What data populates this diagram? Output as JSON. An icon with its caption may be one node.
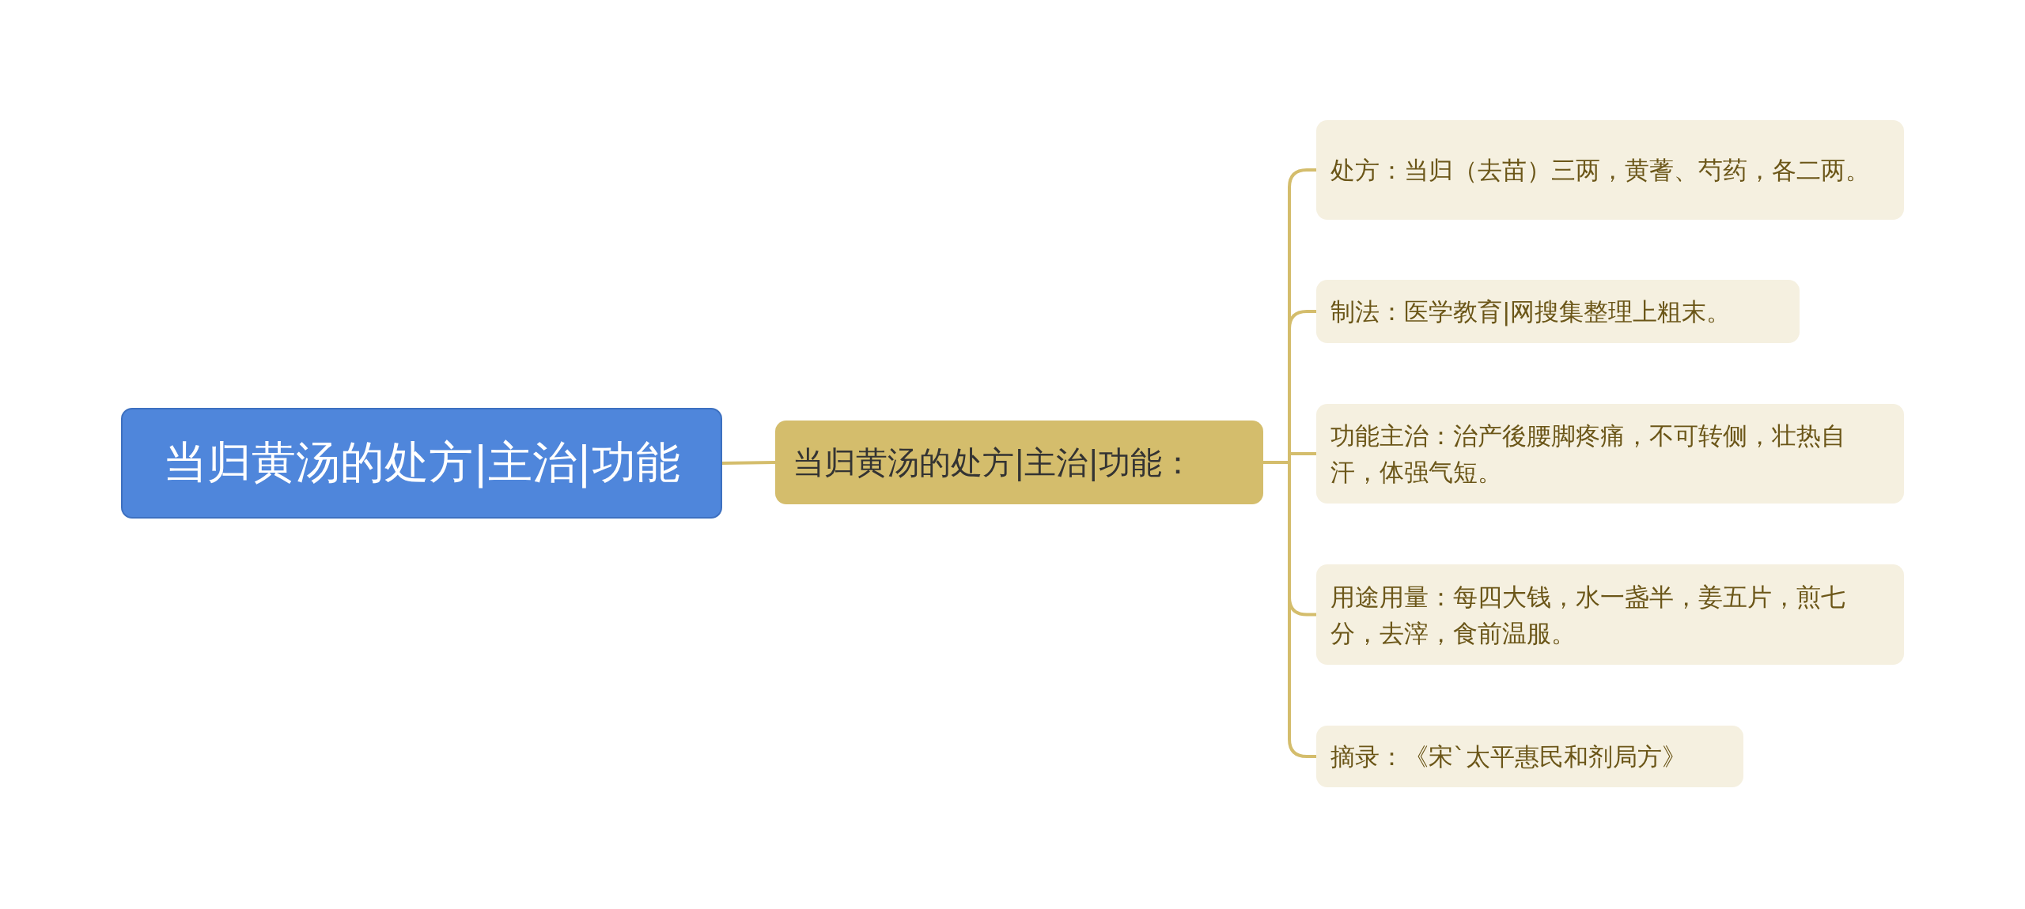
{
  "diagram": {
    "nodes": [
      {
        "text": [
          "当归黄汤的处方|主治|功能"
        ]
      },
      {
        "text": [
          "当归黄汤的处方|主治|功能："
        ]
      },
      {
        "text": [
          "处方：当归（去苗）三两，黄蓍、芍药，各二两。"
        ]
      },
      {
        "text": [
          "制法：医学教育|网搜集整理上粗末。"
        ]
      },
      {
        "text": [
          "功能主治：治产後腰脚疼痛，不可转侧，壮热自汗，体强气短。"
        ]
      },
      {
        "text": [
          "用途用量：每四大钱，水一盏半，姜五片，煎七分，去滓，食前温服。"
        ]
      },
      {
        "text": [
          "摘录：《宋`太平惠民和剂局方》"
        ]
      }
    ],
    "edges": [
      {
        "from": 0,
        "to": 1,
        "arrow": "none"
      },
      {
        "from": 1,
        "to": 2,
        "arrow": "none"
      },
      {
        "from": 1,
        "to": 3,
        "arrow": "none"
      },
      {
        "from": 1,
        "to": 4,
        "arrow": "none"
      },
      {
        "from": 1,
        "to": 5,
        "arrow": "none"
      },
      {
        "from": 1,
        "to": 6,
        "arrow": "none"
      }
    ]
  }
}
